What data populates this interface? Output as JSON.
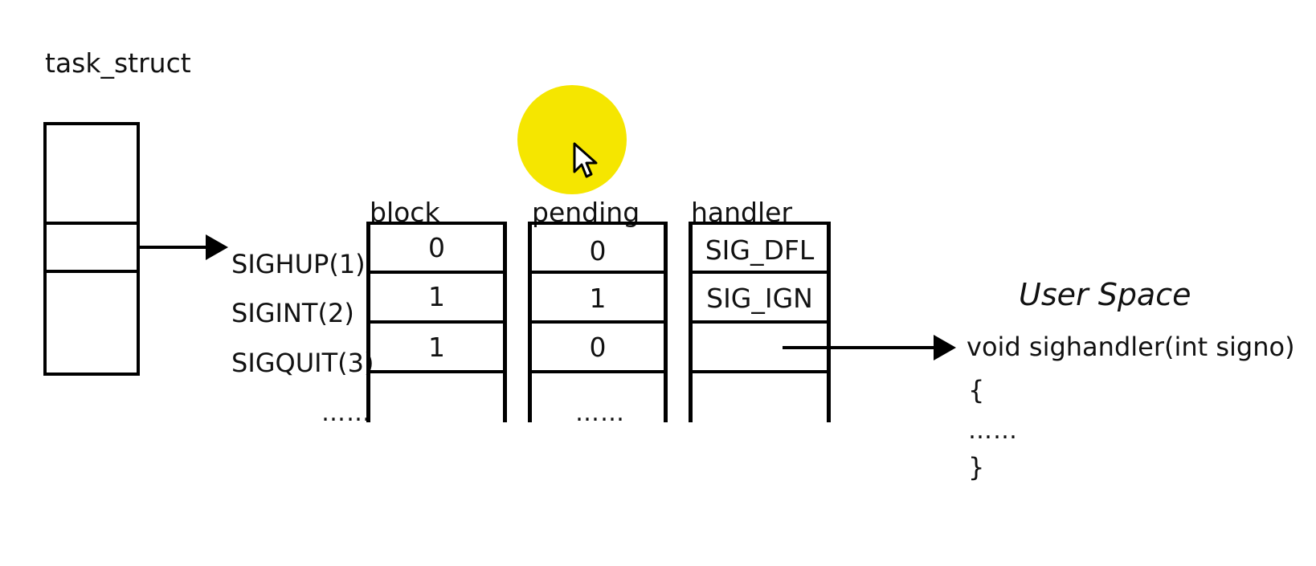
{
  "task_struct": {
    "label": "task_struct"
  },
  "columns": {
    "block": "block",
    "pending": "pending",
    "handler": "handler"
  },
  "signals": [
    "SIGHUP(1)",
    "SIGINT(2)",
    "SIGQUIT(3)"
  ],
  "block_values": [
    "0",
    "1",
    "1"
  ],
  "pending_values": [
    "0",
    "1",
    "0"
  ],
  "handler_values": [
    "SIG_DFL",
    "SIG_IGN",
    ""
  ],
  "ellipsis": "……",
  "user_space": {
    "title": "User Space",
    "code_line1": "void sighandler(int signo)",
    "code_line2": "{",
    "code_line3": "……",
    "code_line4": "}"
  },
  "colors": {
    "highlight": "#f5e600",
    "stroke": "#000000"
  },
  "icons": [
    "mouse-cursor-icon",
    "cursor-highlight"
  ]
}
